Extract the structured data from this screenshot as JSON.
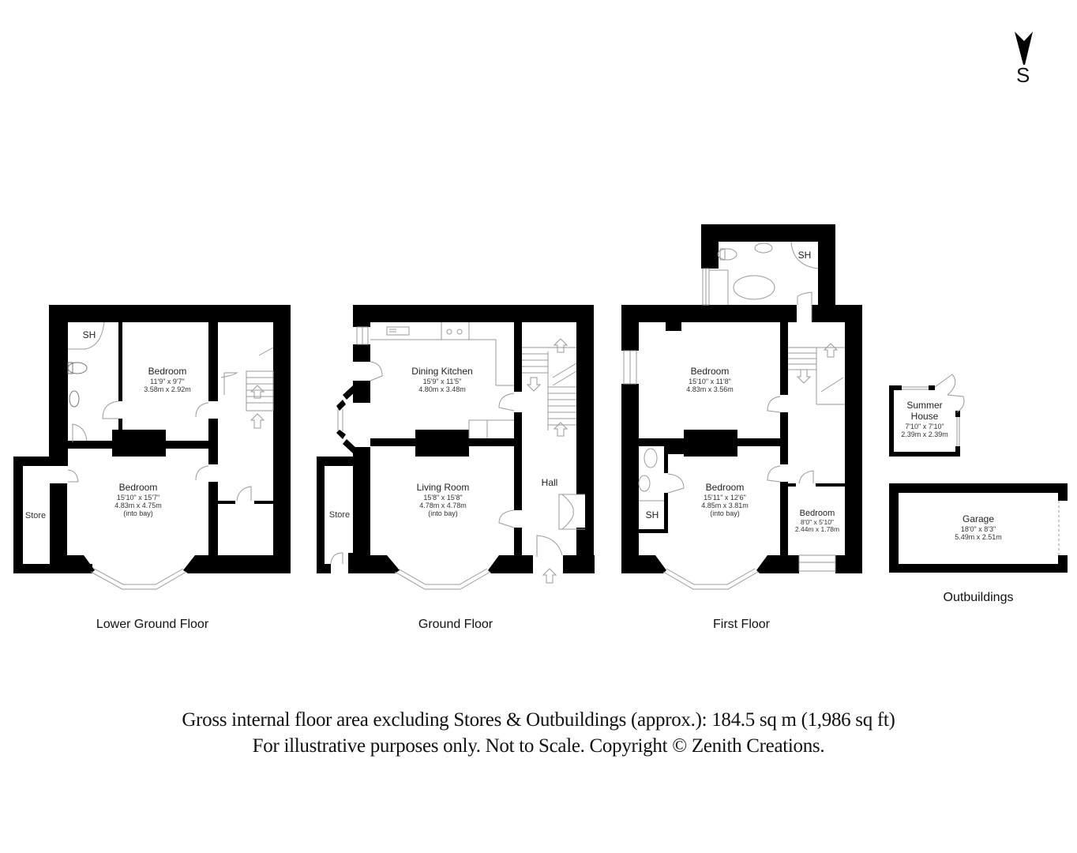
{
  "compass": {
    "direction_label": "S",
    "icon": "compass-arrow-icon"
  },
  "floors": [
    {
      "title": "Lower Ground Floor",
      "rooms": [
        {
          "name": "SH"
        },
        {
          "name": "Bedroom",
          "imperial": "11'9\" x 9'7\"",
          "metric": "3.58m x 2.92m"
        },
        {
          "name": "Bedroom",
          "imperial": "15'10\" x 15'7\"",
          "metric": "4.83m x 4.75m",
          "note": "(into bay)"
        },
        {
          "name": "Store"
        }
      ]
    },
    {
      "title": "Ground Floor",
      "rooms": [
        {
          "name": "Dining Kitchen",
          "imperial": "15'9\" x 11'5\"",
          "metric": "4.80m x 3.48m"
        },
        {
          "name": "Living Room",
          "imperial": "15'8\" x 15'8\"",
          "metric": "4.78m x 4.78m",
          "note": "(into bay)"
        },
        {
          "name": "Hall"
        },
        {
          "name": "Store"
        }
      ]
    },
    {
      "title": "First Floor",
      "rooms": [
        {
          "name": "SH"
        },
        {
          "name": "Bedroom",
          "imperial": "15'10\" x 11'8\"",
          "metric": "4.83m x 3.56m"
        },
        {
          "name": "Bedroom",
          "imperial": "15'11\" x 12'6\"",
          "metric": "4.85m x 3.81m",
          "note": "(into bay)"
        },
        {
          "name": "SH"
        },
        {
          "name": "Bedroom",
          "imperial": "8'0\" x 5'10\"",
          "metric": "2.44m x 1.78m"
        }
      ]
    },
    {
      "title": "Outbuildings",
      "rooms": [
        {
          "name": "Summer",
          "name2": "House",
          "imperial": "7'10\" x 7'10\"",
          "metric": "2.39m x 2.39m"
        },
        {
          "name": "Garage",
          "imperial": "18'0\" x 8'3\"",
          "metric": "5.49m x 2.51m"
        }
      ]
    }
  ],
  "footer": {
    "line1": "Gross internal floor area excluding Stores & Outbuildings (approx.): 184.5 sq m (1,986 sq ft)",
    "line2": "For illustrative purposes only. Not to Scale. Copyright © Zenith Creations."
  }
}
